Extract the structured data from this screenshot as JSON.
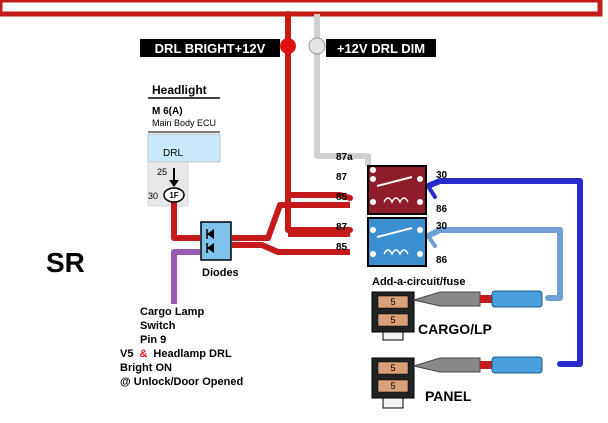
{
  "wire_labels": {
    "drl_bright": "DRL BRIGHT+12V",
    "drl_dim": "+12V DRL DIM"
  },
  "headlight": {
    "title": "Headlight",
    "ecu_code": "M 6(A)",
    "ecu_name": "Main Body ECU",
    "drl": "DRL",
    "pin_25": "25",
    "pin_30": "30",
    "fuse": "1F"
  },
  "region_label": "SR",
  "diodes_label": "Diodes",
  "relay_top": {
    "pin_87a": "87a",
    "pin_87": "87",
    "pin_85": "85",
    "pin_30": "30",
    "pin_86": "86"
  },
  "relay_bottom": {
    "pin_87": "87",
    "pin_85": "85",
    "pin_30": "30",
    "pin_86": "86"
  },
  "add_a_circuit_label": "Add-a-circuit/fuse",
  "fuse_cargo": {
    "label": "CARGO/LP",
    "top": "5",
    "bottom": "5"
  },
  "fuse_panel": {
    "label": "PANEL",
    "top": "5",
    "bottom": "5"
  },
  "note": {
    "line1": "Cargo Lamp",
    "line2": "Switch",
    "line3": "Pin 9",
    "line4_part1": "V5",
    "line4_amp": "&",
    "line4_part2": "Headlamp DRL",
    "line5": "Bright ON",
    "line6": "@ Unlock/Door Opened"
  },
  "colors": {
    "red_wire": "#c41a1a",
    "grey_wire": "#d8d8d8",
    "blue_wire": "#2a2acc",
    "light_blue_wire": "#6f9fd6",
    "purple_wire": "#9b59b6",
    "relay_red": "#8e1c2a",
    "relay_blue": "#3a8fd0",
    "ecu_fill": "#c8e9f7",
    "amp_red": "#e02020"
  }
}
